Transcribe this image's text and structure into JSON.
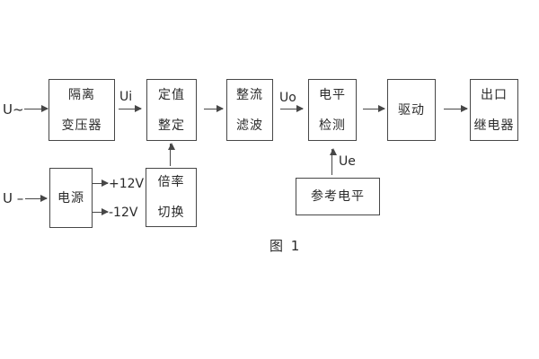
{
  "figure": {
    "caption": "图 1"
  },
  "colors": {
    "line": "#474747",
    "text": "#2a2a2a",
    "background": "#ffffff"
  },
  "inputs": {
    "ac": "U~",
    "dc": "U –"
  },
  "signals": {
    "ui": "Ui",
    "uo": "Uo",
    "ue": "Ue",
    "plus_12v": "+12V",
    "minus_12v": "-12V"
  },
  "blocks": {
    "isolation_transformer": {
      "line1": "隔离",
      "line2": "变压器"
    },
    "setting_adjust": {
      "line1": "定值",
      "line2": "整定"
    },
    "rectify_filter": {
      "line1": "整流",
      "line2": "滤波"
    },
    "level_detect": {
      "line1": "电平",
      "line2": "检测"
    },
    "drive": {
      "line1": "驱动"
    },
    "output_relay": {
      "line1": "出口",
      "line2": "继电器"
    },
    "power_supply": {
      "line1": "电源"
    },
    "ratio_switch": {
      "line1": "倍率",
      "line2": "切换"
    },
    "reference_level": {
      "line1": "参考电平"
    }
  }
}
